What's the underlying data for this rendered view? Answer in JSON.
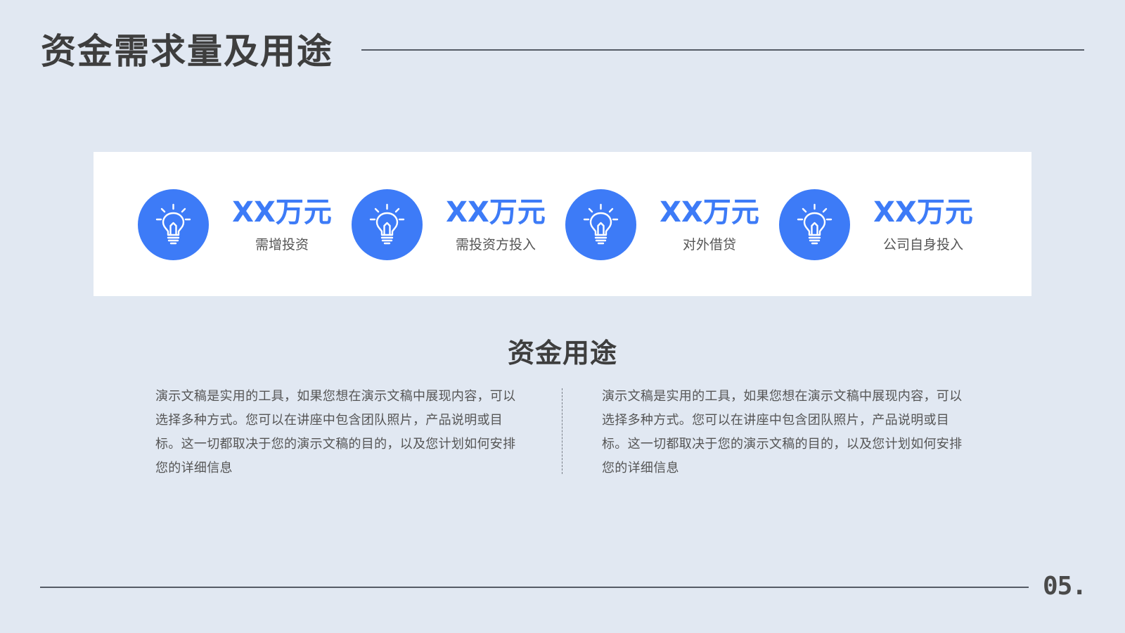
{
  "title": "资金需求量及用途",
  "stats": [
    {
      "value": "XX万元",
      "label": "需增投资",
      "icon": "lightbulb-icon"
    },
    {
      "value": "XX万元",
      "label": "需投资方投入",
      "icon": "lightbulb-icon"
    },
    {
      "value": "XX万元",
      "label": "对外借贷",
      "icon": "lightbulb-icon"
    },
    {
      "value": "XX万元",
      "label": "公司自身投入",
      "icon": "lightbulb-icon"
    }
  ],
  "section": {
    "title": "资金用途",
    "left_text": "演示文稿是实用的工具，如果您想在演示文稿中展现内容，可以选择多种方式。您可以在讲座中包含团队照片，产品说明或目标。这一切都取决于您的演示文稿的目的，以及您计划如何安排您的详细信息",
    "right_text": "演示文稿是实用的工具，如果您想在演示文稿中展现内容，可以选择多种方式。您可以在讲座中包含团队照片，产品说明或目标。这一切都取决于您的演示文稿的目的，以及您计划如何安排您的详细信息"
  },
  "page_number": "05.",
  "colors": {
    "background": "#e1e8f2",
    "accent": "#3d7bf7",
    "panel": "#ffffff",
    "title": "#3e3e3e"
  }
}
